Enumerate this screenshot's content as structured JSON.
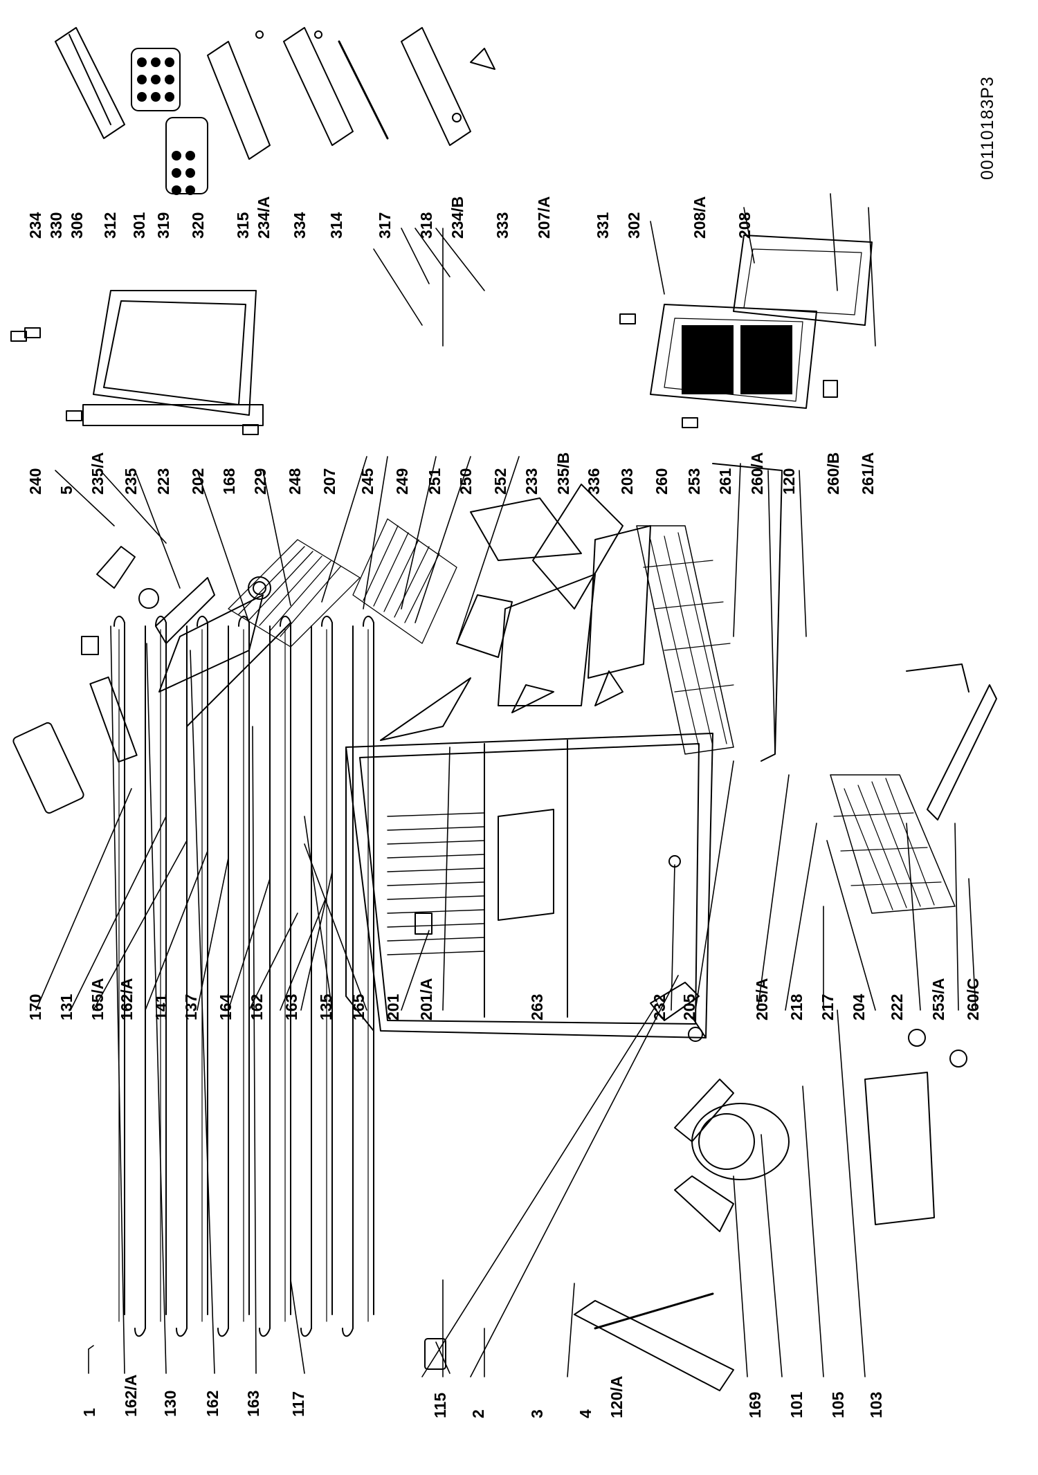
{
  "diagram": {
    "drawing_code": "00110183P3",
    "callouts": [
      "1",
      "162/A",
      "130",
      "162",
      "163",
      "117",
      "115",
      "2",
      "3",
      "4",
      "120/A",
      "169",
      "101",
      "105",
      "103",
      "170",
      "131",
      "165/A",
      "162/A",
      "141",
      "137",
      "164",
      "162",
      "163",
      "135",
      "165",
      "201",
      "201/A",
      "263",
      "232",
      "205",
      "205/A",
      "218",
      "217",
      "204",
      "222",
      "253/A",
      "260/C",
      "240",
      "5",
      "235/A",
      "235",
      "223",
      "202",
      "168",
      "229",
      "248",
      "207",
      "245",
      "249",
      "251",
      "250",
      "252",
      "233",
      "235/B",
      "336",
      "203",
      "260",
      "253",
      "261",
      "260/A",
      "120",
      "260/B",
      "261/A",
      "234",
      "330",
      "306",
      "312",
      "301",
      "319",
      "320",
      "315",
      "234/A",
      "334",
      "314",
      "317",
      "318",
      "234/B",
      "333",
      "207/A",
      "331",
      "302",
      "208/A",
      "208"
    ]
  }
}
